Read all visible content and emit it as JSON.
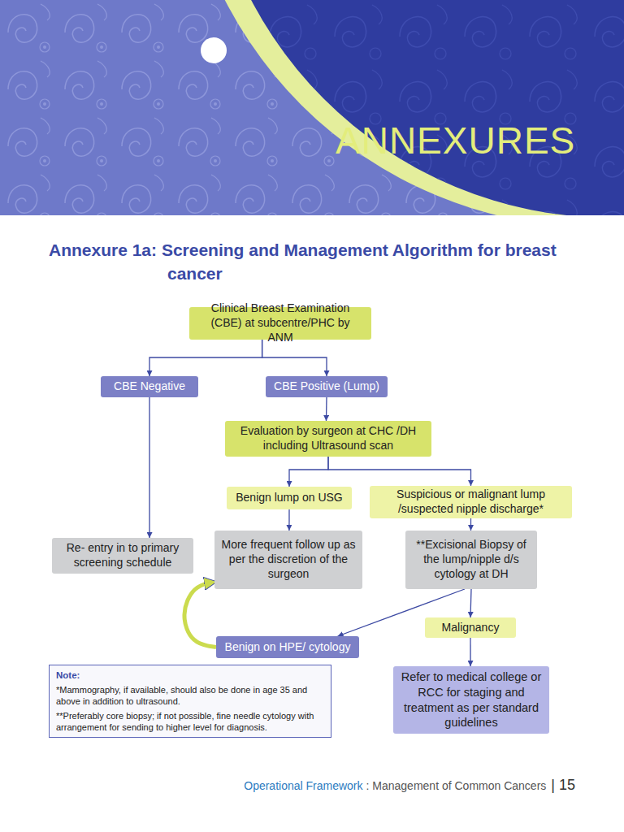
{
  "diagram": {
    "title": "Annexure 1a: Screening and Management Algorithm for breast cancer",
    "nodes": [
      {
        "text": [
          "Clinical Breast Examination (CBE) at subcentre/PHC by ANM"
        ]
      },
      {
        "text": [
          "CBE Negative"
        ]
      },
      {
        "text": [
          "CBE Positive (Lump)"
        ]
      },
      {
        "text": [
          "Evaluation by surgeon at CHC /DH including Ultrasound scan"
        ]
      },
      {
        "text": [
          "Benign lump on USG"
        ]
      },
      {
        "text": [
          "Suspicious or malignant lump /suspected nipple discharge*"
        ]
      },
      {
        "text": [
          "Re- entry in to primary screening schedule"
        ]
      },
      {
        "text": [
          "More frequent follow up as per the discretion of the surgeon"
        ]
      },
      {
        "text": [
          "**Excisional Biopsy of the lump/nipple d/s cytology at DH"
        ]
      },
      {
        "text": [
          "Malignancy"
        ]
      },
      {
        "text": [
          "Benign on HPE/ cytology"
        ]
      },
      {
        "text": [
          "Refer to medical college or RCC for staging and treatment as per standard guidelines"
        ]
      },
      {
        "text": [
          "Note:",
          "*Mammography, if available, should also be done in age 35 and above in addition to ultrasound.",
          "**Preferably core biopsy; if not possible, fine needle cytology with arrangement for sending to higher level for diagnosis."
        ]
      }
    ],
    "edges": [
      {
        "from": 0,
        "to": 1,
        "arrow": "to"
      },
      {
        "from": 0,
        "to": 2,
        "arrow": "to"
      },
      {
        "from": 1,
        "to": 6,
        "arrow": "to"
      },
      {
        "from": 2,
        "to": 3,
        "arrow": "to"
      },
      {
        "from": 3,
        "to": 4,
        "arrow": "to"
      },
      {
        "from": 3,
        "to": 5,
        "arrow": "to"
      },
      {
        "from": 4,
        "to": 7,
        "arrow": "to"
      },
      {
        "from": 5,
        "to": 8,
        "arrow": "to"
      },
      {
        "from": 8,
        "to": 9,
        "arrow": "to"
      },
      {
        "from": 8,
        "to": 10,
        "arrow": "to"
      },
      {
        "from": 9,
        "to": 11,
        "arrow": "to"
      },
      {
        "from": 10,
        "to": 7,
        "arrow": "to"
      }
    ],
    "labels": [
      "ANNEXURES",
      "Operational Framework",
      ": Management of Common Cancers",
      "| 15"
    ]
  }
}
